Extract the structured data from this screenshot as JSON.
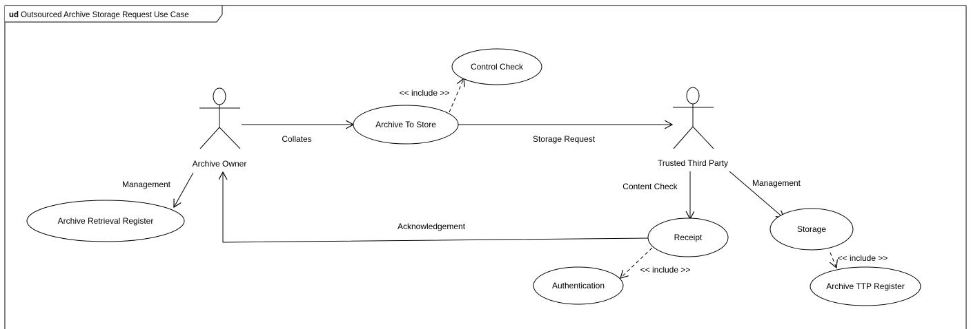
{
  "frame": {
    "keyword": "ud",
    "title": "Outsourced Archive Storage Request Use Case"
  },
  "actors": {
    "archive_owner": "Archive Owner",
    "trusted_third_party": "Trusted Third Party"
  },
  "use_cases": {
    "control_check": "Control Check",
    "archive_to_store": "Archive To Store",
    "archive_retrieval_register": "Archive Retrieval Register",
    "receipt": "Receipt",
    "authentication": "Authentication",
    "storage": "Storage",
    "archive_ttp_register": "Archive TTP Register"
  },
  "relationships": {
    "collates": "Collates",
    "storage_request": "Storage Request",
    "management_owner": "Management",
    "management_ttp": "Management",
    "content_check": "Content Check",
    "acknowledgement": "Acknowledgement",
    "include_control": "<< include >>",
    "include_auth": "<< include >>",
    "include_ttp": "<< include >>"
  }
}
